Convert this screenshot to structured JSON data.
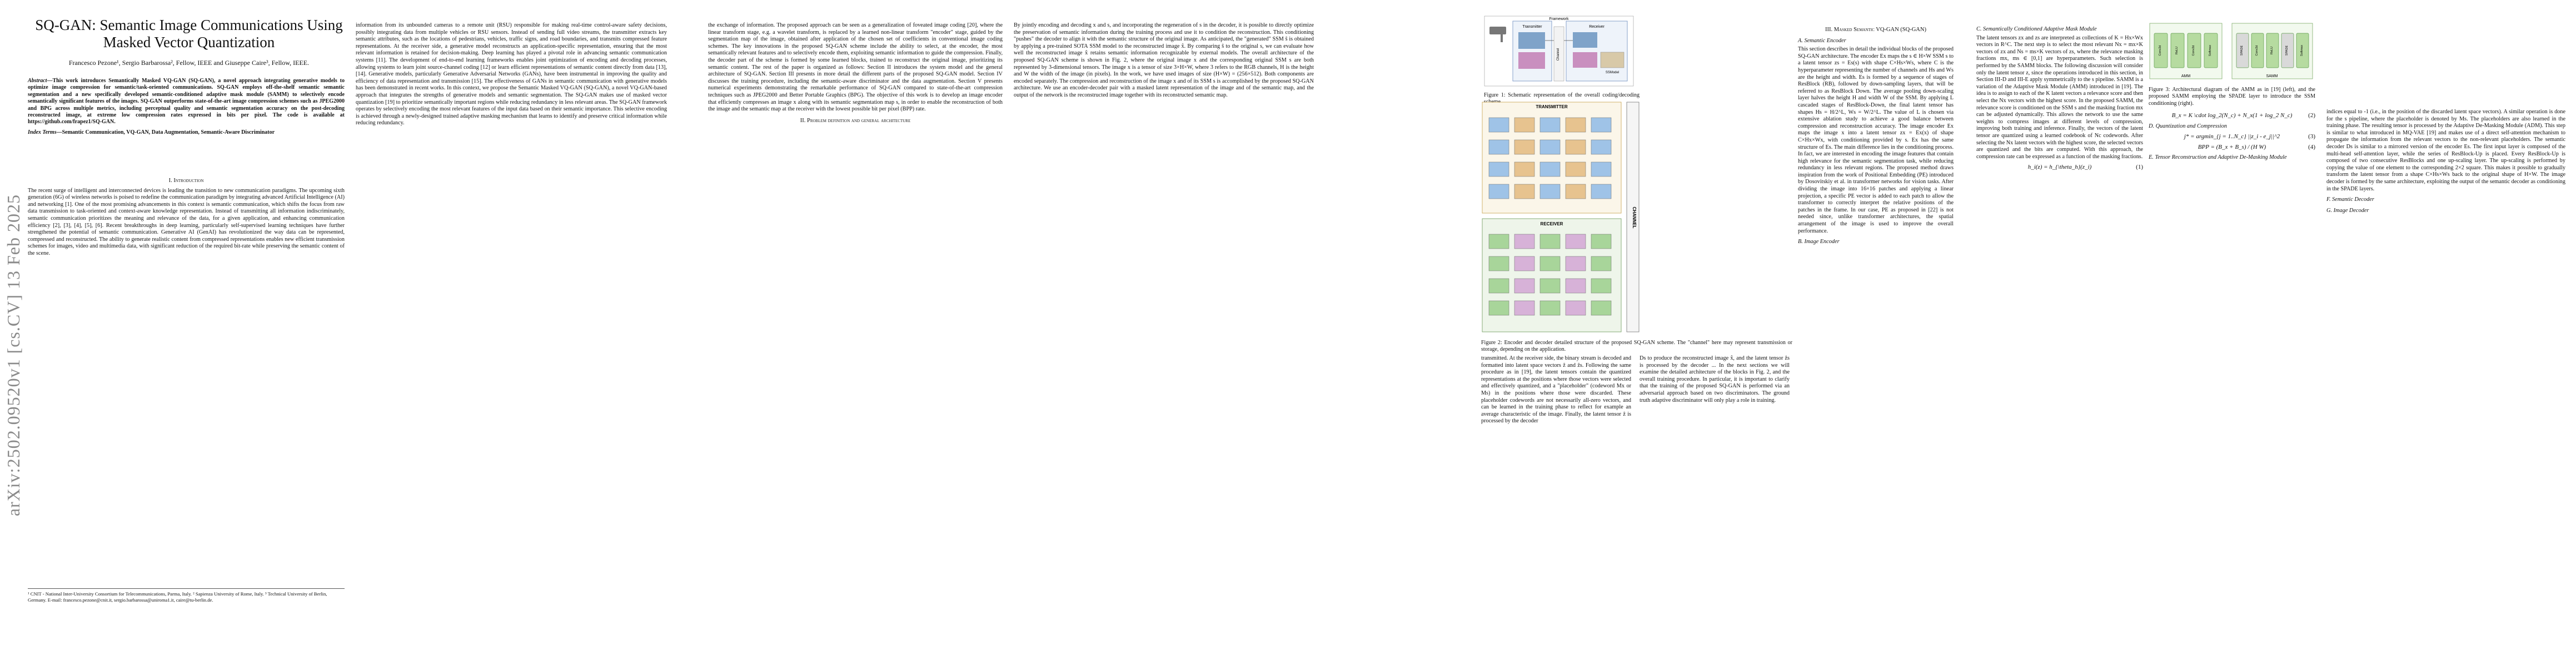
{
  "arxiv_stamp": "arXiv:2502.09520v1  [cs.CV]  13 Feb 2025",
  "title": "SQ-GAN: Semantic Image Communications Using Masked Vector Quantization",
  "authors": "Francesco Pezone¹, Sergio Barbarossa², Fellow, IEEE and Giuseppe Caire³, Fellow, IEEE.",
  "abstract_label": "Abstract",
  "abstract": "—This work introduces Semantically Masked VQ-GAN (SQ-GAN), a novel approach integrating generative models to optimize image compression for semantic/task-oriented communications. SQ-GAN employs off-the-shelf semantic semantic segmentation and a new specifically developed semantic-conditioned adaptive mask module (SAMM) to selectively encode semantically significant features of the images. SQ-GAN outperforms state-of-the-art image compression schemes such as JPEG2000 and BPG across multiple metrics, including perceptual quality and semantic segmentation accuracy on the post-decoding reconstructed image, at extreme low compression rates expressed in bits per pixel. The code is available at https://github.com/frapez1/SQ-GAN.",
  "keywords_label": "Index Terms",
  "keywords": "—Semantic Communication, VQ-GAN, Data Augmentation, Semantic-Aware Discriminator",
  "footnote": "¹ CNIT - National Inter-University Consortium for Telecommunications, Parma, Italy. ² Sapienza University of Rome, Italy. ³ Technical University of Berlin, Germany. E-mail: francesco.pezone@cnit.it, sergio.barbarossa@uniroma1.it, caire@tu-berlin.de.",
  "sections": {
    "intro": "I. Introduction",
    "problem": "II. Problem definition and general architecture",
    "sq_gan": "III. Masked Semantic VQ-GAN (SQ-GAN)",
    "encoder": "A. Semantic Encoder",
    "img_encoder": "B. Image Encoder",
    "quant": "D. Quantization and Compression",
    "samm": "C. Semantically Conditioned Adaptive Mask Module",
    "tensor": "E. Tensor Reconstruction and Adaptive De-Masking Module",
    "sem_decoder": "F. Semantic Decoder",
    "img_decoder": "G. Image Decoder"
  },
  "text": {
    "p1_col1": "The recent surge of intelligent and interconnected devices is leading the transition to new communication paradigms. The upcoming sixth generation (6G) of wireless networks is poised to redefine the communication paradigm by integrating advanced Artificial Intelligence (AI) and networking [1]. One of the most promising advancements in this context is semantic communication, which shifts the focus from raw data transmission to task-oriented and context-aware knowledge representation. Instead of transmitting all information indiscriminately, semantic communication prioritizes the meaning and relevance of the data, for a given application, and enhancing communication efficiency [2], [3], [4], [5], [6]. Recent breakthroughs in deep learning, particularly self-supervised learning techniques have further strengthened the potential of semantic communication. Generative AI (GenAI) has revolutionized the way data can be represented, compressed and reconstructed. The ability to generate realistic content from compressed representations enables new efficient transmission schemes for images, video and multimedia data, with significant reduction of the required bit-rate while preserving the semantic content of the scene.",
    "p1_col2": "information from its unbounded cameras to a remote unit (RSU) responsible for making real-time control-aware safety decisions, possibly integrating data from multiple vehicles or RSU sensors. Instead of sending full video streams, the transmitter extracts key semantic attributes, such as the locations of pedestrians, vehicles, traffic signs, and road boundaries, and transmits compressed feature representations. At the receiver side, a generative model reconstructs an application-specific representation, ensuring that the most relevant information is retained for decision-making. Deep learning has played a pivotal role in advancing semantic communication systems [11]. The development of end-to-end learning frameworks enables joint optimization of encoding and decoding processes, allowing systems to learn joint source-channel coding [12] or learn efficient representations of semantic content directly from data [13], [14]. Generative models, particularly Generative Adversarial Networks (GANs), have been instrumental in improving the quality and efficiency of data representation and transmission [15]. The effectiveness of GANs in semantic communication with generative models has been demonstrated in recent works. In this context, we propose the Semantic Masked VQ-GAN (SQ-GAN), a novel VQ-GAN-based approach that integrates the strengths of generative models and semantic segmentation. The SQ-GAN makes use of masked vector quantization [19] to prioritize semantically important regions while reducing redundancy in less relevant areas. The SQ-GAN framework operates by selectively encoding the most relevant features of the input data based on their semantic importance. This selective encoding is achieved through a newly-designed trained adaptive masking mechanism that learns to identify and preserve critical information while reducing redundancy.",
    "p2_col1": "the exchange of information. The proposed approach can be seen as a generalization of foveated image coding [20], where the linear transform stage, e.g. a wavelet transform, is replaced by a learned non-linear transform \"encoder\" stage, guided by the segmentation map of the image, obtained after application of the chosen set of coefficients in conventional image coding schemes. The key innovations in the proposed SQ-GAN scheme include the ability to select, at the encoder, the most semantically relevant features and to selectively encode them, exploiting semantic information to guide the compression. Finally, the decoder part of the scheme is formed by some learned blocks, trained to reconstruct the original image, prioritizing its semantic content. The rest of the paper is organized as follows: Section II introduces the system model and the general architecture of SQ-GAN. Section III presents in more detail the different parts of the proposed SQ-GAN model. Section IV discusses the training procedure, including the semantic-aware discriminator and the data augmentation. Section V presents numerical experiments demonstrating the remarkable performance of SQ-GAN compared to state-of-the-art compression techniques such as JPEG2000 and Better Portable Graphics (BPG). The objective of this work is to develop an image encoder that efficiently compresses an image x along with its semantic segmentation map s, in order to enable the reconstruction of both the image and the semantic map at the receiver with the lowest possible bit per pixel (BPP) rate.",
    "p2_col2": "By jointly encoding and decoding x and s, and incorporating the regeneration of s in the decoder, it is possible to directly optimize the preservation of semantic information during the training process and use it to condition the reconstruction. This conditioning \"pushes\" the decoder to align it with the semantic structure of the original image. As anticipated, the \"generated\" SSM ŝ is obtained by applying a pre-trained SOTA SSM model to the reconstructed image x̂. By comparing ŝ to the original s, we can evaluate how well the reconstructed image x̂ retains semantic information recognizable by external models. The overall architecture of the proposed SQ-GAN scheme is shown in Fig. 2, where the original image x and the corresponding original SSM s are both represented by 3-dimensional tensors. The image x is a tensor of size 3×H×W, where 3 refers to the RGB channels, H is the height and W the width of the image (in pixels). In the work, we have used images of size (H×W) = (256×512). Both components are encoded separately. The compression and reconstruction of the image x and of its SSM s is accomplished by the proposed SQ-GAN architecture. We use an encoder-decoder pair with a masked latent representation of the image and of the semantic map, and the output of the network is the reconstructed image together with its reconstructed semantic map.",
    "p3_col1": "transmitted. At the receiver side, the binary stream is decoded and formatted into latent space vectors ẑ and ẑs. Following the same procedure as in [19], the latent tensors contain the quantized representations at the positions where those vectors were selected and effectively quantized, and a \"placeholder\" (codeword Mx or Ms) in the positions where those were discarded. These placeholder codewords are not necessarily all-zero vectors, and can be learned in the training phase to reflect for example an average characteristic of the image. Finally, the latent tensor ẑ is processed by the decoder",
    "p3_col2": "Ds to produce the reconstructed image x̂, and the latent tensor ẑs is processed by the decoder ... In the next sections we will examine the detailed architecture of the blocks in Fig. 2, and the overall training procedure. In particular, it is important to clarify that the training of the proposed SQ-GAN is performed via an adversarial approach based on two discriminators. The ground truth adaptive discriminator will only play a role in training.",
    "p3_col3": "This section describes in detail the individual blocks of the proposed SQ-GAN architecture. The encoder Ex maps the s ∈ H×W SSM s to a latent tensor zs = Es(s) with shape C×Hs×Ws, where C is the hyperparameter representing the number of channels and Hs and Ws are the height and width. Es is formed by a sequence of stages of ResBlock (RB), followed by down-sampling layers, that will be referred to as ResBlock Down. The average pooling down-scaling layer halves the height H and width W of the SSM. By applying L cascaded stages of ResBlock-Down, the final latent tensor has shapes Hs = H/2^L, Ws = W/2^L. The value of L is chosen via extensive ablation study to achieve a good balance between compression and reconstruction accuracy. The image encoder Ex maps the image x into a latent tensor zx = Ex(x) of shape C×Hx×Wx, with conditioning provided by s. Ex has the same structure of Es. The main difference lies in the conditioning process. In fact, we are interested in encoding the image features that contain high relevance for the semantic segmentation task, while reducing redundancy in less relevant regions. The proposed method draws inspiration from the work of Positional Embedding (PE) introduced by Dosovitskiy et al. in transformer networks for vision tasks. After dividing the image into 16×16 patches and applying a linear projection, a specific PE vector is added to each patch to allow the transformer to correctly interpret the relative positions of the patches in the frame. In our case, PE as proposed in [22] is not needed since, unlike transformer architectures, the spatial arrangement of the image is used to improve the overall performance.",
    "p4_col1": "The latent tensors zx and zs are interpreted as collections of K = Hx×Wx vectors in R^C. The next step is to select the most relevant Nx = mx×K vectors of zx and Ns = ms×K vectors of zs, where the relevance masking fractions mx, ms ∈ [0,1] are hyperparameters. Such selection is performed by the SAMM blocks. The following discussion will consider only the latent tensor z, since the operations introduced in this section, in Section III-D and III-E apply symmetrically to the s pipeline. SAMM is a variation of the Adaptive Mask Module (AMM) introduced in [19]. The idea is to assign to each of the K latent vectors a relevance score and then select the Nx vectors with the highest score. In the proposed SAMM, the relevance score is conditioned on the SSM s and the masking fraction mx can be adjusted dynamically. This allows the network to use the same weights to compress images at different levels of compression, improving both training and inference. Finally, the vectors of the latent tensor are quantized using a learned codebook of Nc codewords. After selecting the Nx latent vectors with the highest score, the selected vectors are quantized and the bits are computed. With this approach, the compression rate can be expressed as a function of the masking fractions.",
    "p4_col2": "indices equal to -1 (i.e., in the position of the discarded latent space vectors). A similar operation is done for the s pipeline, where the placeholder is denoted by Ms. The placeholders are also learned in the training phase. The resulting tensor is processed by the Adaptive De-Masking Module (ADM). This step is similar to what introduced in MQ-VAE [19] and makes use of a direct self-attention mechanism to propagate the information from the relevant vectors to the non-relevant placeholders. The semantic decoder Ds is similar to a mirrored version of the encoder Es. The first input layer is composed of the multi-head self-attention layer, while the series of ResBlock-Up is placed. Every ResBlock-Up is composed of two consecutive ResBlocks and one up-scaling layer. The up-scaling is performed by copying the value of one element to the corresponding 2×2 square. This makes it possible to gradually transform the latent tensor from a shape C×Hs×Ws back to the original shape of H×W. The image decoder is formed by the same architecture, exploiting the output of the semantic decoder as conditioning in the SPADE layers."
  },
  "figures": {
    "fig1_caption": "Figure 1: Schematic representation of the overall coding/decoding scheme.",
    "fig1_labels": {
      "transmitter": "Transmitter",
      "framework": "Framework",
      "receiver": "Receiver",
      "channel": "Channel",
      "ssmodel": "SSModel"
    },
    "fig2_caption": "Figure 2: Encoder and decoder detailed structure of the proposed SQ-GAN scheme. The \"channel\" here may represent transmission or storage, depending on the application.",
    "fig2_labels": {
      "transmitter": "TRANSMITTER",
      "receiver": "RECEIVER",
      "channel": "CHANNEL"
    },
    "fig3_caption": "Figure 3: Architectural diagram of the AMM as in [19] (left), and the proposed SAMM employing the SPADE layer to introduce the SSM conditioning (right).",
    "fig3_labels": {
      "conv": "Conv2d",
      "relu": "ReLU",
      "spade": "SPADE",
      "softmax": "Softmax",
      "samm": "SAMM",
      "amm": "AMM"
    }
  },
  "equations": {
    "eq1": "h_i(z) = h_{\\theta_h}(z_i)",
    "eq2": "B_x = K \\cdot log_2(N_c) + N_x(1 + log_2 N_c)",
    "eq3": "j* = argmin_{j = 1..N_c} ||z_i - e_j||^2",
    "eq4": "BPP = (B_x + B_s) / (H W)",
    "eq1_no": "(1)",
    "eq2_no": "(2)",
    "eq3_no": "(3)",
    "eq4_no": "(4)"
  },
  "colors": {
    "green_block": "#b6dba0",
    "green_stroke": "#5c9a4a",
    "gray_block": "#d9d9d9"
  }
}
